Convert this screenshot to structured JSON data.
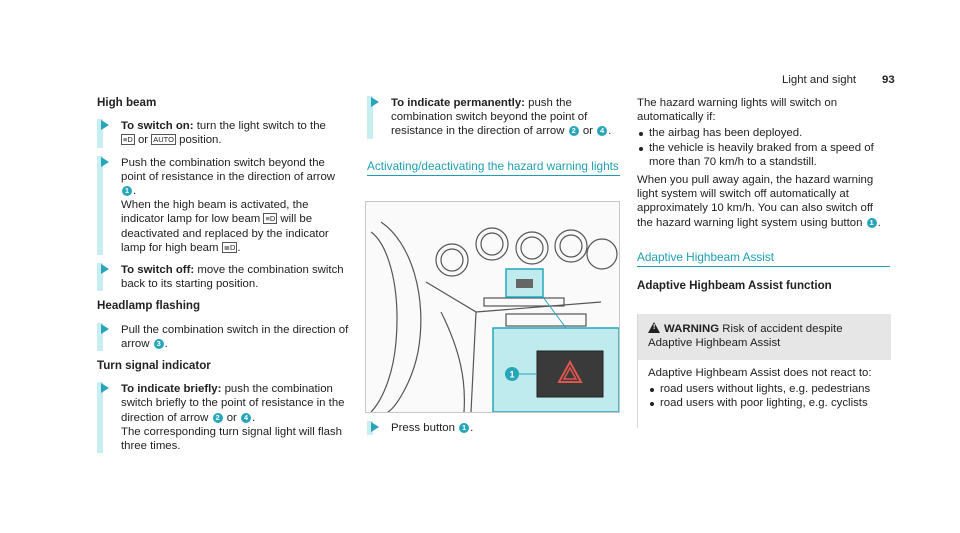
{
  "header": {
    "section": "Light and sight",
    "page": "93"
  },
  "high_beam": {
    "title": "High beam",
    "switch_on_label": "To switch on:",
    "switch_on_text_a": " turn the light switch to the",
    "switch_on_sym1": "≡D",
    "switch_on_or": " or ",
    "switch_on_sym2": "AUTO",
    "switch_on_text_b": " position.",
    "push_text_a": "Push the combination switch beyond the point of resistance in the direction of arrow",
    "push_num": "1",
    "push_text_b": ".",
    "push_text_c": "When the high beam is activated, the indicator lamp for low beam",
    "push_sym": "≡D",
    "push_text_d": " will be deactivated and replaced by the indicator lamp for high beam",
    "push_sym2": "≣D",
    "push_text_e": ".",
    "switch_off_label": "To switch off:",
    "switch_off_text": " move the combination switch back to its starting position."
  },
  "headlamp_flashing": {
    "title": "Headlamp flashing",
    "text_a": "Pull the combination switch in the direction of arrow",
    "num": "3",
    "text_b": "."
  },
  "turn_signal": {
    "title": "Turn signal indicator",
    "briefly_label": "To indicate briefly:",
    "briefly_text_a": " push the combination switch briefly to the point of resistance in the direction of arrow",
    "briefly_num1": "2",
    "briefly_or": " or ",
    "briefly_num2": "4",
    "briefly_text_b": ".",
    "briefly_text_c": "The corresponding turn signal light will flash three times.",
    "permanent_label": "To indicate permanently:",
    "permanent_text_a": " push the combination switch beyond the point of resistance in the direction of arrow",
    "permanent_num1": "2",
    "permanent_or": " or ",
    "permanent_num2": "4",
    "permanent_text_b": "."
  },
  "hazard": {
    "title": "Activating/deactivating the hazard warning lights",
    "figure_callout": "1",
    "press_text_a": "Press button",
    "press_num": "1",
    "press_text_b": ".",
    "auto_intro": "The hazard warning lights will switch on automatically if:",
    "auto_items": [
      "the airbag has been deployed.",
      "the vehicle is heavily braked from a speed of more than 70 km/h to a standstill."
    ],
    "pull_text_a": "When you pull away again, the hazard warning light system will switch off automatically at approximately 10 km/h. You can also switch off the hazard warning light system using button",
    "pull_num": "1",
    "pull_text_b": "."
  },
  "adaptive": {
    "title": "Adaptive Highbeam Assist",
    "function_title": "Adaptive Highbeam Assist function",
    "warning_label": "WARNING",
    "warning_text": " Risk of accident despite Adaptive Highbeam Assist",
    "warning_body": "Adaptive Highbeam Assist does not react to:",
    "warning_items": [
      "road users without lights, e.g. pedestrians",
      "road users with poor lighting, e.g. cyclists"
    ]
  },
  "colors": {
    "accent": "#1e9fb1",
    "step_bar": "#c9eef2",
    "highlight": "#bfeaee"
  }
}
